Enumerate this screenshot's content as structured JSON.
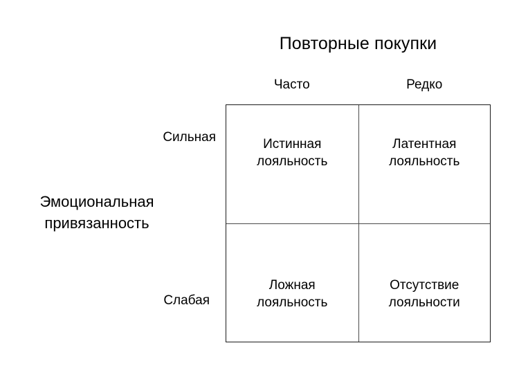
{
  "page": {
    "background_color": "#ffffff",
    "text_color": "#000000",
    "border_color": "#1a1a1a",
    "inner_line_color": "#4a4a4a"
  },
  "chart_data": {
    "type": "table",
    "title": "Повторные покупки",
    "xlabel": "Повторные покупки",
    "ylabel": "Эмоциональная привязанность",
    "ylabel_lines": [
      "Эмоциональная",
      "привязанность"
    ],
    "columns": [
      "Часто",
      "Редко"
    ],
    "rows": [
      "Сильная",
      "Слабая"
    ],
    "cells": [
      [
        {
          "lines": [
            "Истинная",
            "лояльность"
          ],
          "text": "Истинная лояльность"
        },
        {
          "lines": [
            "Латентная",
            "лояльность"
          ],
          "text": "Латентная лояльность"
        }
      ],
      [
        {
          "lines": [
            "Ложная",
            "лояльность"
          ],
          "text": "Ложная лояльность"
        },
        {
          "lines": [
            "Отсутствие",
            "лояльности"
          ],
          "text": "Отсутствие лояльности"
        }
      ]
    ],
    "grid": true,
    "legend": "none"
  },
  "matrix": {
    "title": "Повторные покупки",
    "column_headers": [
      {
        "label": "Часто"
      },
      {
        "label": "Редко"
      }
    ],
    "row_labels": [
      {
        "label": "Сильная"
      },
      {
        "label": "Слабая"
      }
    ],
    "axis_caption": {
      "line1": "Эмоциональная",
      "line2": "привязанность"
    },
    "quadrants": [
      {
        "id": "true-loyalty",
        "line1": "Истинная",
        "line2": "лояльность"
      },
      {
        "id": "latent-loyalty",
        "line1": "Латентная",
        "line2": "лояльность"
      },
      {
        "id": "false-loyalty",
        "line1": "Ложная",
        "line2": "лояльность"
      },
      {
        "id": "no-loyalty",
        "line1": "Отсутствие",
        "line2": "лояльности"
      }
    ]
  }
}
